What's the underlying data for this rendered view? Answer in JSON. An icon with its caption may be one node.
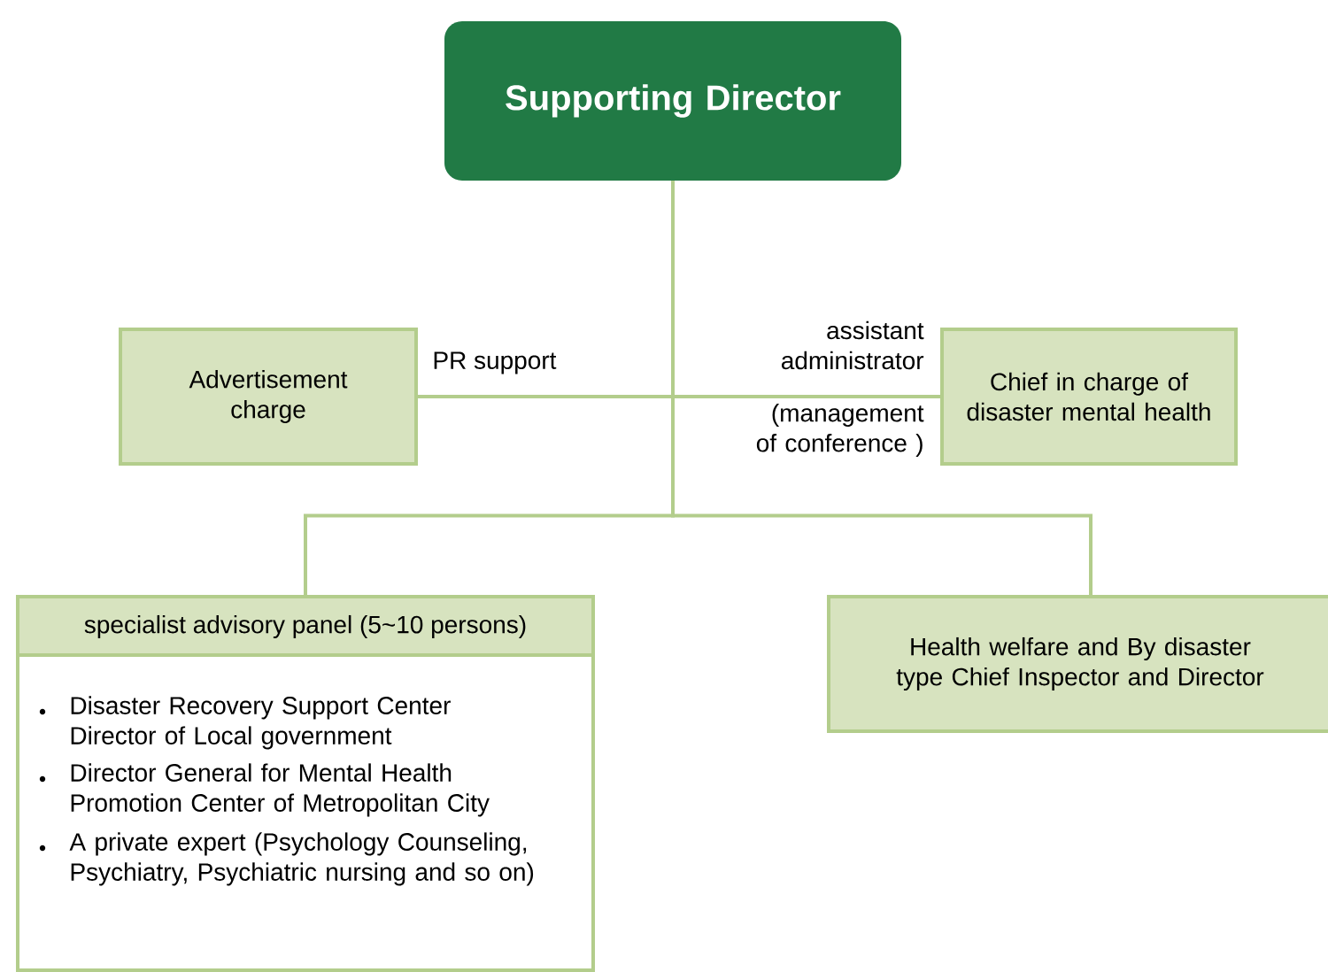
{
  "diagram": {
    "nodes": [
      {
        "text": [
          "Supporting Director"
        ]
      },
      {
        "text": [
          "Advertisement charge"
        ]
      },
      {
        "text": [
          "Chief in charge of disaster mental health"
        ]
      },
      {
        "text": [
          "specialist advisory panel (5~10 persons)",
          "Disaster Recovery Support Center Director of Local government",
          "Director General for Mental Health Promotion Center of Metropolitan City",
          "A private expert (Psychology Counseling, Psychiatry, Psychiatric nursing and so on)"
        ]
      },
      {
        "text": [
          "Health welfare and By disaster type Chief Inspector and Director"
        ]
      }
    ],
    "edges": [
      {
        "from": 0,
        "to": 1,
        "arrow": "none"
      },
      {
        "from": 0,
        "to": 2,
        "arrow": "none"
      },
      {
        "from": 0,
        "to": 3,
        "arrow": "none"
      },
      {
        "from": 0,
        "to": 4,
        "arrow": "none"
      }
    ],
    "labels": [
      "PR support",
      "assistant administrator",
      "(management of conference )"
    ]
  }
}
